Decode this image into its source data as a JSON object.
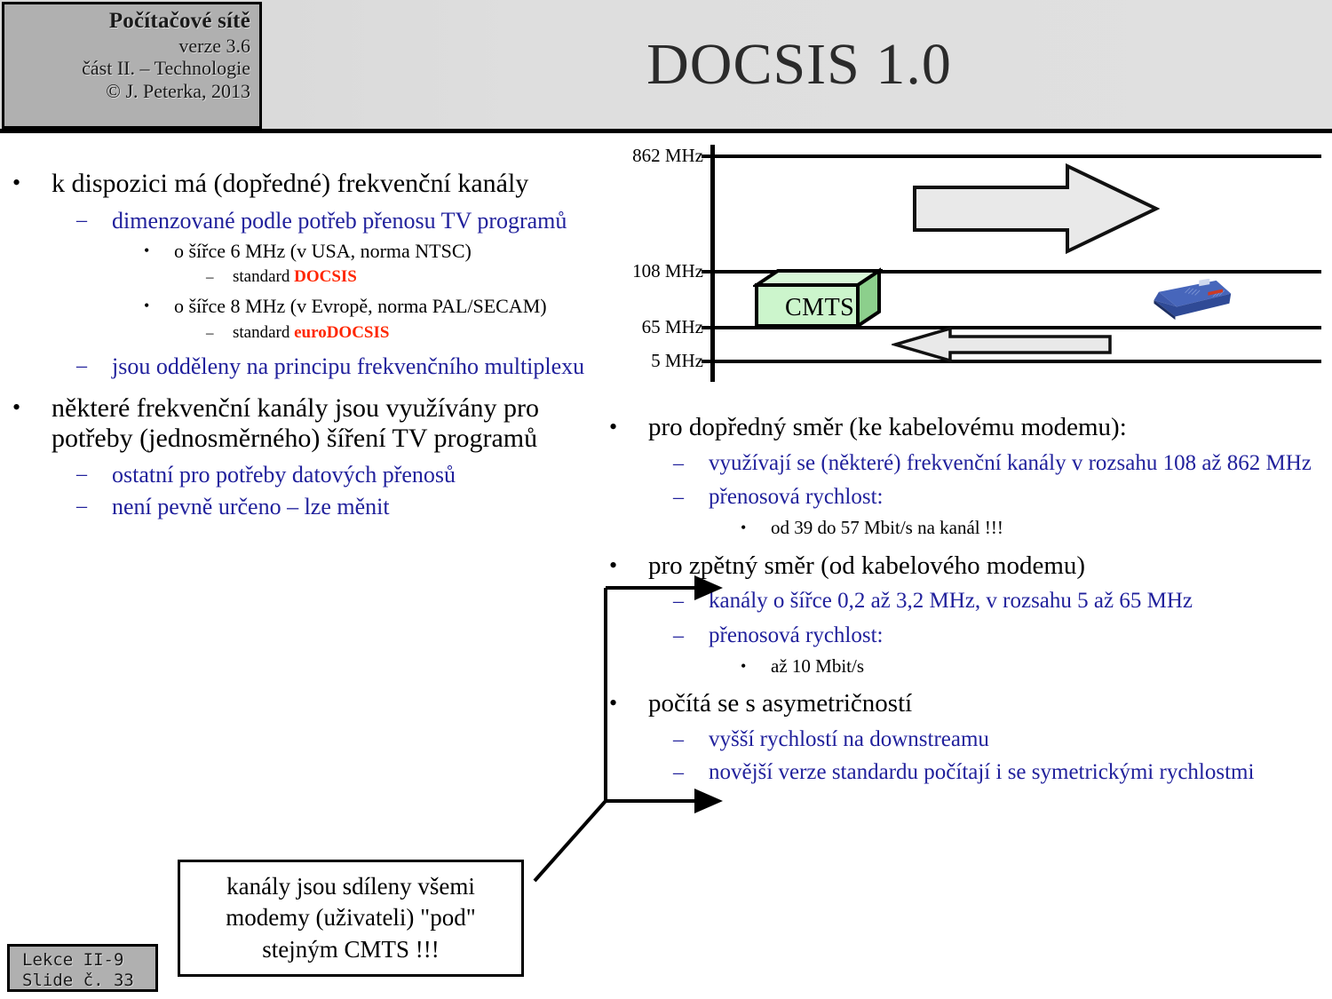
{
  "header": {
    "course": "Počítačové sítě",
    "version": "verze 3.6",
    "part": "část  II. –  Technologie",
    "copyright": "© J. Peterka, 2013",
    "title": "DOCSIS 1.0"
  },
  "left_column": [
    {
      "level": 1,
      "marker": "•",
      "text": "k dispozici má (dopředné) frekvenční kanály"
    },
    {
      "level": 2,
      "marker": "–",
      "text": "dimenzované podle potřeb přenosu TV programů"
    },
    {
      "level": 3,
      "marker": "•",
      "text": "o šířce 6 MHz (v USA, norma NTSC)"
    },
    {
      "level": 4,
      "marker": "–",
      "text": "standard ",
      "keyword": "DOCSIS"
    },
    {
      "level": 3,
      "marker": "•",
      "text": "o šířce 8 MHz (v Evropě, norma PAL/SECAM)"
    },
    {
      "level": 4,
      "marker": "–",
      "text": "standard ",
      "keyword": "euroDOCSIS"
    },
    {
      "level": 2,
      "marker": "–",
      "text": "jsou odděleny na principu frekvenčního multiplexu"
    },
    {
      "level": 1,
      "marker": "•",
      "text": "některé frekvenční kanály jsou využívány pro potřeby (jednosměrného) šíření TV programů"
    },
    {
      "level": 2,
      "marker": "–",
      "text": "ostatní pro potřeby datových přenosů"
    },
    {
      "level": 2,
      "marker": "–",
      "text": "není pevně určeno – lze měnit"
    }
  ],
  "right_column": [
    {
      "level": 1,
      "marker": "•",
      "text": "pro dopředný směr (ke kabelovému modemu):"
    },
    {
      "level": 2,
      "marker": "–",
      "text": "využívají se (některé) frekvenční kanály v rozsahu 108 až 862 MHz"
    },
    {
      "level": 2,
      "marker": "–",
      "text": "přenosová rychlost:"
    },
    {
      "level": 3,
      "marker": "•",
      "text": "od 39 do 57 Mbit/s na kanál !!!"
    },
    {
      "level": 1,
      "marker": "•",
      "text": "pro zpětný směr (od kabelového modemu)"
    },
    {
      "level": 2,
      "marker": "–",
      "text": "kanály o šířce 0,2 až 3,2 MHz, v rozsahu 5 až 65 MHz"
    },
    {
      "level": 2,
      "marker": "–",
      "text": "přenosová rychlost:"
    },
    {
      "level": 3,
      "marker": "•",
      "text": "až 10 Mbit/s"
    },
    {
      "level": 1,
      "marker": "•",
      "text": "počítá se s asymetričností"
    },
    {
      "level": 2,
      "marker": "–",
      "text": "vyšší rychlostí na downstreamu"
    },
    {
      "level": 2,
      "marker": "–",
      "text": "novější verze standardu počítají i se symetrickými rychlostmi"
    }
  ],
  "diagram": {
    "axis_labels": [
      "862 MHz",
      "108 MHz",
      "65 MHz",
      "5 MHz"
    ],
    "cmts_label": "CMTS",
    "downstream_arrow": "arrow-right-downstream",
    "upstream_arrow": "arrow-left-upstream",
    "modem": "cable-modem-image",
    "colors": {
      "cmts_fill": "#ccf5cc",
      "cmts_side": "#93d193",
      "arrow_fill": "#e8e8e8",
      "modem_body": "#3b59a8"
    }
  },
  "callout": {
    "text": "kanály jsou sdíleny všemi modemy (uživateli) \"pod\" stejným CMTS !!!"
  },
  "footer": {
    "line1": "Lekce II-9",
    "line2": "Slide č. 33"
  },
  "colors": {
    "bullet_blue": "#21219c",
    "keyword_red": "#ff2600",
    "header_block": "#b0b0b0"
  }
}
